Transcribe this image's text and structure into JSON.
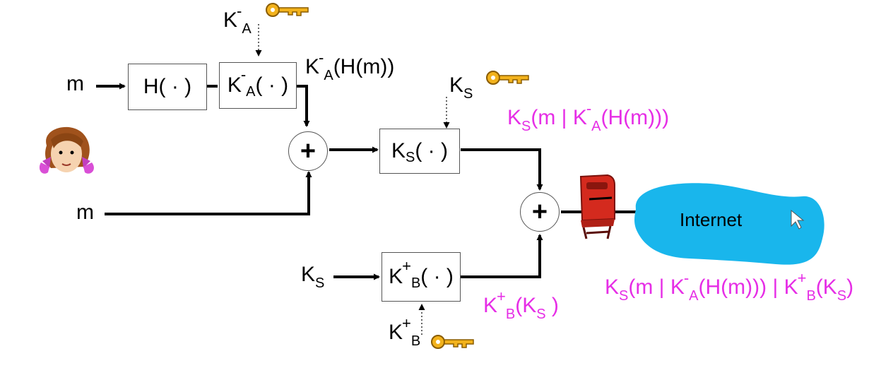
{
  "inputs": {
    "m_top": "m",
    "m_bottom": "m",
    "ks_left": "K",
    "ks_left_sub": "S"
  },
  "boxes": {
    "hash": "H( · )",
    "private_key_fn": {
      "k": "K",
      "sup": "-",
      "sub": "A",
      "tail": "( · )"
    },
    "session_key_fn": {
      "k": "K",
      "sub": "S",
      "tail": "( · )"
    },
    "public_key_fn": {
      "k": "K",
      "sup": "+",
      "sub": "B",
      "tail": "( · )"
    }
  },
  "keys": {
    "private_a": {
      "k": "K",
      "sup": "-",
      "sub": "A"
    },
    "session": {
      "k": "K",
      "sub": "S"
    },
    "public_b": {
      "k": "K",
      "sup": "+",
      "sub": "B"
    }
  },
  "labels": {
    "signed_hash": {
      "k": "K",
      "sup": "-",
      "sub": "A",
      "tail": "(H(m))"
    },
    "encrypted_msg": {
      "k1": "K",
      "sub1": "S",
      "mid": "(m | ",
      "k2": "K",
      "sup2": "-",
      "sub2": "A",
      "tail": "(H(m)))"
    },
    "encrypted_key": {
      "k": "K",
      "sup": "+",
      "sub": "B",
      "open": "(K",
      "sub2": "S",
      "close": " )"
    },
    "final": {
      "k1": "K",
      "sub1": "S",
      "mid": "(m | ",
      "k2": "K",
      "sup2": "-",
      "sub2": "A",
      "mid2": "(H(m))) | ",
      "k3": "K",
      "sup3": "+",
      "sub3": "B",
      "open": "(K",
      "sub4": "S",
      "close": ")"
    }
  },
  "network": {
    "label": "Internet"
  },
  "colors": {
    "accent_pink": "#e62ee6",
    "cloud": "#19b6ec",
    "mailbox": "#d42a1e",
    "key": "#f2b21c"
  }
}
